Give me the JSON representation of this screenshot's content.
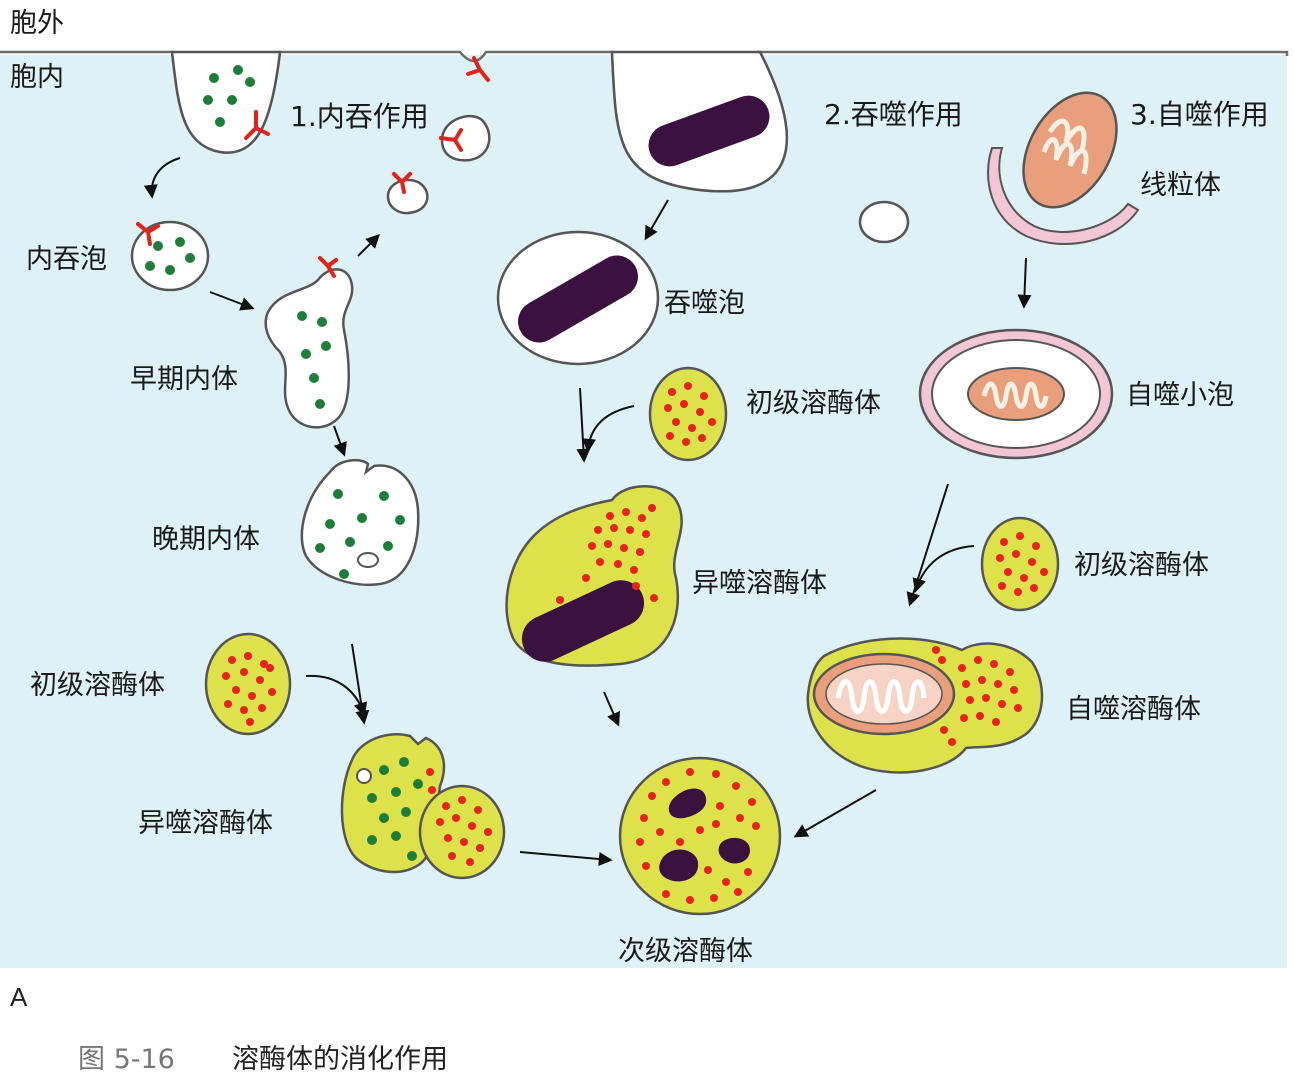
{
  "labels": {
    "outside": "胞外",
    "inside": "胞内",
    "endocytosis": "1.内吞作用",
    "phagocytosis": "2.吞噬作用",
    "autophagy": "3.自噬作用",
    "endocytic_vesicle": "内吞泡",
    "early_endosome": "早期内体",
    "late_endosome": "晚期内体",
    "primary_lysosome_left": "初级溶酶体",
    "heterophagic_lysosome_left": "异噬溶酶体",
    "phagosome": "吞噬泡",
    "primary_lysosome_mid": "初级溶酶体",
    "heterophagic_lysosome_mid": "异噬溶酶体",
    "secondary_lysosome": "次级溶酶体",
    "mitochondrion": "线粒体",
    "autophagic_vacuole": "自噬小泡",
    "primary_lysosome_right": "初级溶酶体",
    "autophagic_lysosome": "自噬溶酶体"
  },
  "panel_letter": "A",
  "caption": {
    "number": "图 5-16",
    "title": "溶酶体的消化作用"
  },
  "colors": {
    "background_tint": "#ddf1f7",
    "lysosome_fill": "#dde24a",
    "enzyme_dot": "#e8221f",
    "cargo_dot": "#1f7d3a",
    "receptor": "#e2231a",
    "bacterium": "#3b1140",
    "mitochondrion": "#e99f7c",
    "autophagy_membrane": "#f2c6d4"
  }
}
